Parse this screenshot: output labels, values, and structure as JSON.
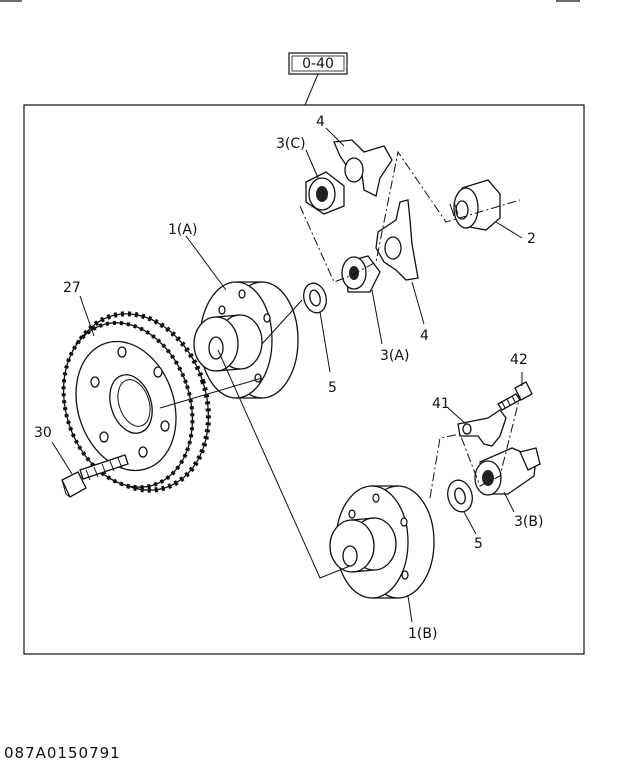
{
  "reference_box": "0-40",
  "figure_code": "087A0150791",
  "callouts": {
    "c4_top": "4",
    "c3C": "3(C)",
    "c2": "2",
    "c1A": "1(A)",
    "c27": "27",
    "c5_top": "5",
    "c3A": "3(A)",
    "c4_bottom": "4",
    "c42": "42",
    "c41": "41",
    "c30": "30",
    "c3B": "3(B)",
    "c5_bottom": "5",
    "c1B": "1(B)"
  }
}
